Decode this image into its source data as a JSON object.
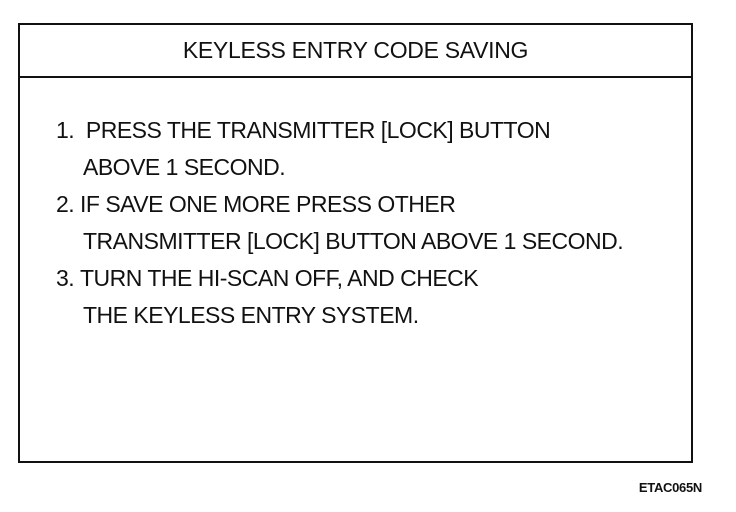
{
  "screen": {
    "title": "KEYLESS ENTRY CODE SAVING",
    "steps": [
      {
        "number": "1.",
        "line1": " PRESS THE TRANSMITTER [LOCK] BUTTON",
        "line2": "ABOVE 1 SECOND."
      },
      {
        "number": "2.",
        "line1": "IF SAVE ONE MORE PRESS OTHER",
        "line2": "TRANSMITTER [LOCK] BUTTON ABOVE 1 SECOND."
      },
      {
        "number": "3.",
        "line1": "TURN THE HI-SCAN OFF, AND CHECK",
        "line2": "THE KEYLESS ENTRY SYSTEM."
      }
    ]
  },
  "figure_code": "ETAC065N"
}
